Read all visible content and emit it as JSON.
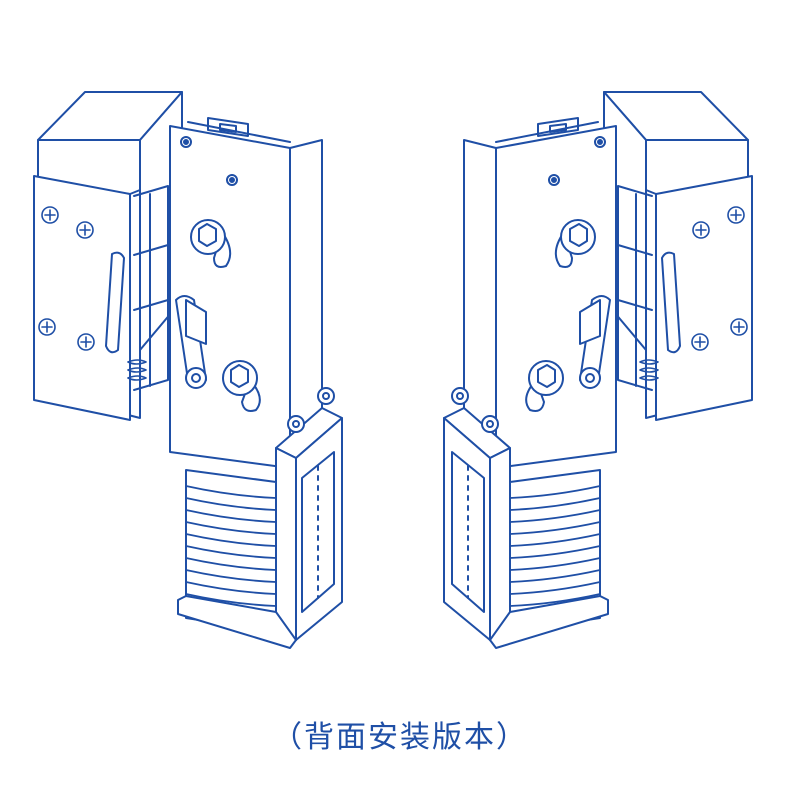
{
  "caption": "（背面安装版本）",
  "colors": {
    "line": "#1f4fa6",
    "fill": "#ffffff",
    "caption": "#1f4fa6"
  },
  "figures": [
    {
      "name": "left-mount-assembly",
      "orientation": "original"
    },
    {
      "name": "right-mount-assembly",
      "orientation": "mirrored"
    }
  ]
}
